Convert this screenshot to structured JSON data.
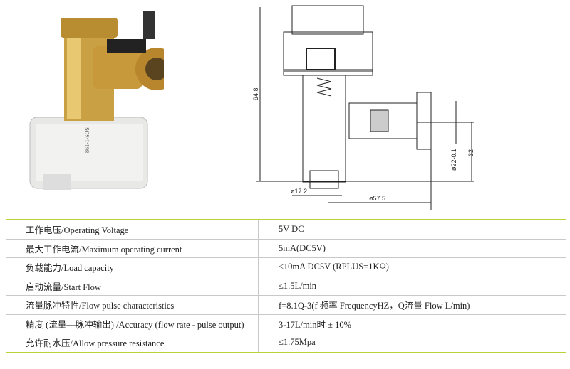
{
  "drawing": {
    "dim_height": "94.8",
    "dim_inlet": "ø17.2",
    "dim_width": "ø57.5",
    "dim_outlet": "ø22-0.1",
    "dim_offset": "32"
  },
  "photo": {
    "label": "861-1-SOS"
  },
  "specs": [
    {
      "label": "工作电压/Operating Voltage",
      "value": "5V DC"
    },
    {
      "label": "最大工作电流/Maximum operating current",
      "value": "5mA(DC5V)"
    },
    {
      "label": "负载能力/Load capacity",
      "value": "≤10mA DC5V (RPLUS=1KΩ)"
    },
    {
      "label": "启动流量/Start Flow",
      "value": "≤1.5L/min"
    },
    {
      "label": "流量脉冲特性/Flow pulse characteristics",
      "value": "f=8.1Q-3(f 频率 FrequencyHZ，Q流量 Flow L/min)"
    },
    {
      "label": "精度 (流量—脉冲输出) /Accuracy (flow rate - pulse output)",
      "value": "3-17L/min时 ± 10%"
    },
    {
      "label": "允许耐水压/Allow pressure resistance",
      "value": "≤1.75Mpa"
    }
  ]
}
